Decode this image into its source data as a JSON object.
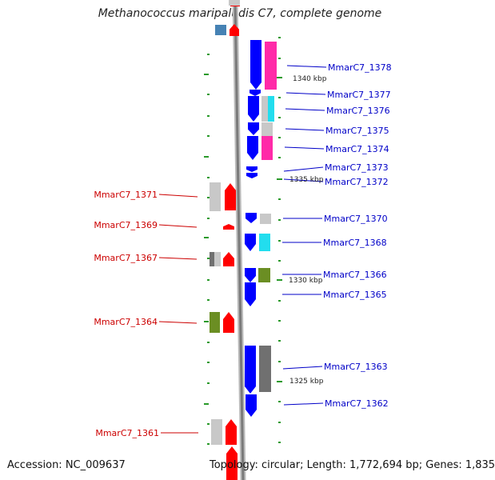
{
  "title": "Methanococcus maripaludis C7, complete genome",
  "footer": {
    "accession": "Accession: NC_009637",
    "topology": "Topology: circular; Length: 1,772,694 bp; Genes: 1,835"
  },
  "scale_labels": [
    "1340 kbp",
    "1335 kbp",
    "1330 kbp",
    "1325 kbp"
  ],
  "colors": {
    "forward_strand": "#0000ff",
    "reverse_strand": "#ff0000",
    "right_label": "#0000c8",
    "left_label": "#cc0000",
    "tick": "#2a9a2a",
    "backbone": "#808080",
    "cog_magenta": "#ff2aa8",
    "cog_cyan": "#22ddee",
    "cog_olive": "#6b8e23",
    "cog_light_gray": "#c8c8c8",
    "cog_dark_gray": "#707070",
    "cog_steel_blue": "#4682b4"
  },
  "genes_right": [
    {
      "name": "MmarC7_1378"
    },
    {
      "name": "MmarC7_1377"
    },
    {
      "name": "MmarC7_1376"
    },
    {
      "name": "MmarC7_1375"
    },
    {
      "name": "MmarC7_1374"
    },
    {
      "name": "MmarC7_1373"
    },
    {
      "name": "MmarC7_1372"
    },
    {
      "name": "MmarC7_1370"
    },
    {
      "name": "MmarC7_1368"
    },
    {
      "name": "MmarC7_1366"
    },
    {
      "name": "MmarC7_1365"
    },
    {
      "name": "MmarC7_1363"
    },
    {
      "name": "MmarC7_1362"
    }
  ],
  "genes_left": [
    {
      "name": "MmarC7_1371"
    },
    {
      "name": "MmarC7_1369"
    },
    {
      "name": "MmarC7_1367"
    },
    {
      "name": "MmarC7_1364"
    },
    {
      "name": "MmarC7_1361"
    }
  ]
}
